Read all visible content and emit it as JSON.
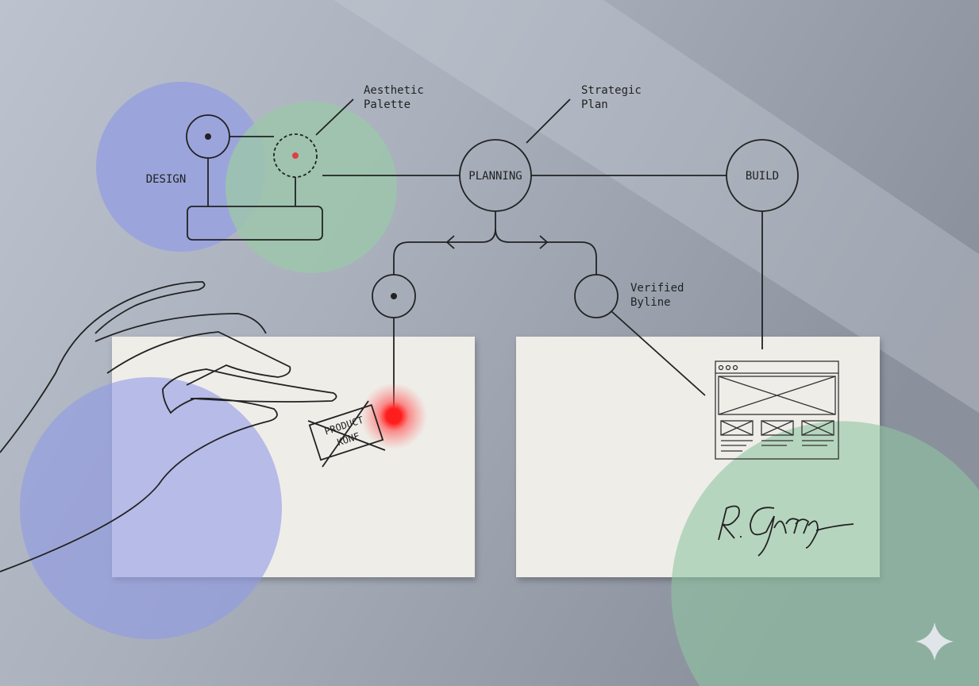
{
  "nodes": {
    "design": "DESIGN",
    "planning": "PLANNING",
    "build": "BUILD"
  },
  "annotations": {
    "aesthetic": [
      "Aesthetic",
      "Palette"
    ],
    "strategic": [
      "Strategic",
      "Plan"
    ],
    "verified": [
      "Verified",
      "Byline"
    ]
  },
  "stamp": [
    "PRODUCT",
    "KONF"
  ],
  "signature": "R. Garrs",
  "colors": {
    "blue_circle": "#9aa3dc",
    "green_circle": "#9cc6ac",
    "card": "#efede8",
    "accent_red": "#ff2b2b",
    "line": "#222222"
  },
  "icons": [
    "hand-with-pen",
    "wireframe-layout",
    "sparkle"
  ]
}
